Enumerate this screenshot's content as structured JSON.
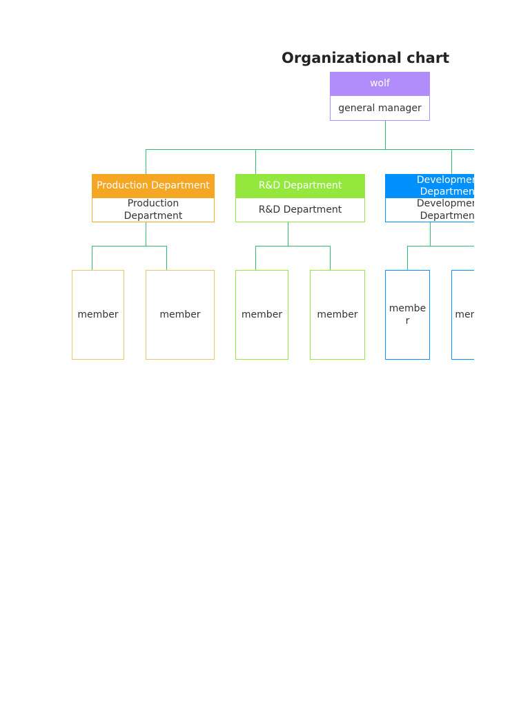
{
  "title": "Organizational chart",
  "colors": {
    "connector": "#2ebd72",
    "root": "#b18cfb",
    "production": "#f5a623",
    "rnd": "#94e83d",
    "development": "#0091ff"
  },
  "root": {
    "name": "wolf",
    "role": "general manager"
  },
  "departments": [
    {
      "head": "Production Department",
      "body": "Production Department",
      "members": [
        "member",
        "member"
      ]
    },
    {
      "head": "R&D Department",
      "body": "R&D Department",
      "members": [
        "member",
        "member"
      ]
    },
    {
      "head": "Development Department",
      "body": "Development Department",
      "members": [
        "member",
        "member"
      ]
    }
  ]
}
